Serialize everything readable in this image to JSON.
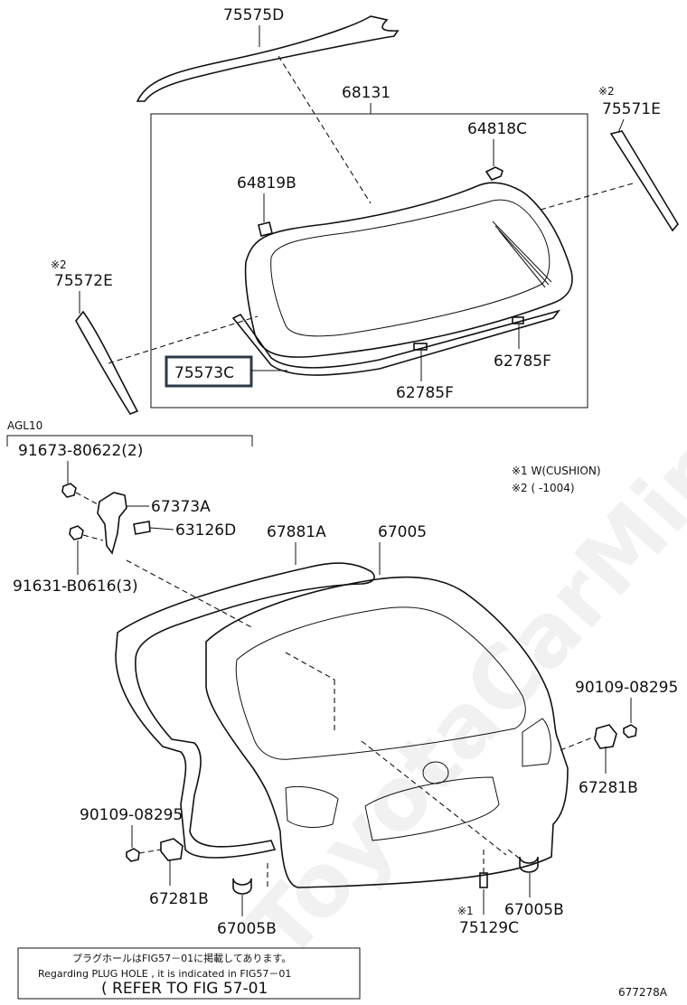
{
  "labels": {
    "p75575D": "75575D",
    "p68131": "68131",
    "p64818C": "64818C",
    "p75571E": "75571E",
    "p64819B": "64819B",
    "p75572E": "75572E",
    "p75573C": "75573C",
    "p62785F_a": "62785F",
    "p62785F_b": "62785F",
    "agl": "AGL10",
    "p91673": "91673-80622(2)",
    "p67373A": "67373A",
    "p63126D": "63126D",
    "p91631": "91631-B0616(3)",
    "p67881A": "67881A",
    "p67005": "67005",
    "p90109_r": "90109-08295",
    "p67281B_r": "67281B",
    "p90109_l": "90109-08295",
    "p67281B_l": "67281B",
    "p67005B_l": "67005B",
    "p67005B_r": "67005B",
    "p75129C": "75129C",
    "fig_id": "677278A"
  },
  "marks": {
    "m2_a": "※2",
    "m2_b": "※2",
    "m1": "※1"
  },
  "legend": {
    "line1": "※1 W(CUSHION)",
    "line2": "※2 (       -1004)"
  },
  "notebox": {
    "jp": "プラグホールはFIG57－01に掲載してあります。",
    "en": "Regarding  PLUG  HOLE  ,  it  is  indicated  in  FIG57－01",
    "ref": "(  REFER  TO  FIG 57-01"
  },
  "watermark": "ToyotaCarMine.ru"
}
